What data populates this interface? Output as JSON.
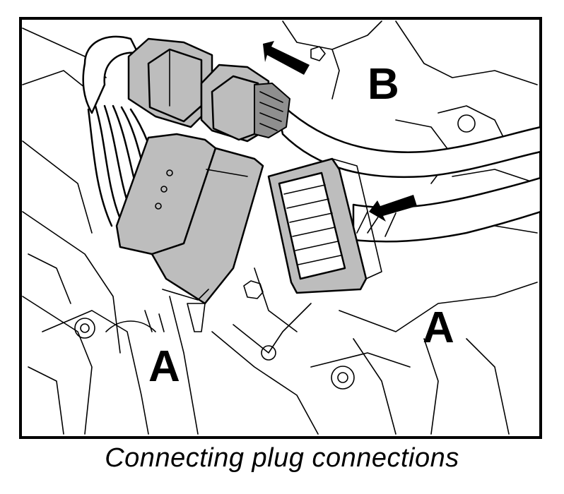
{
  "callouts": {
    "b": "B",
    "a_left": "A",
    "a_right": "A"
  },
  "caption": "Connecting plug connections",
  "icons": {
    "arrow_top": "arrow-icon",
    "arrow_right": "arrow-icon"
  },
  "colors": {
    "line": "#000000",
    "connector_fill": "#bdbdbd",
    "background": "#ffffff"
  }
}
